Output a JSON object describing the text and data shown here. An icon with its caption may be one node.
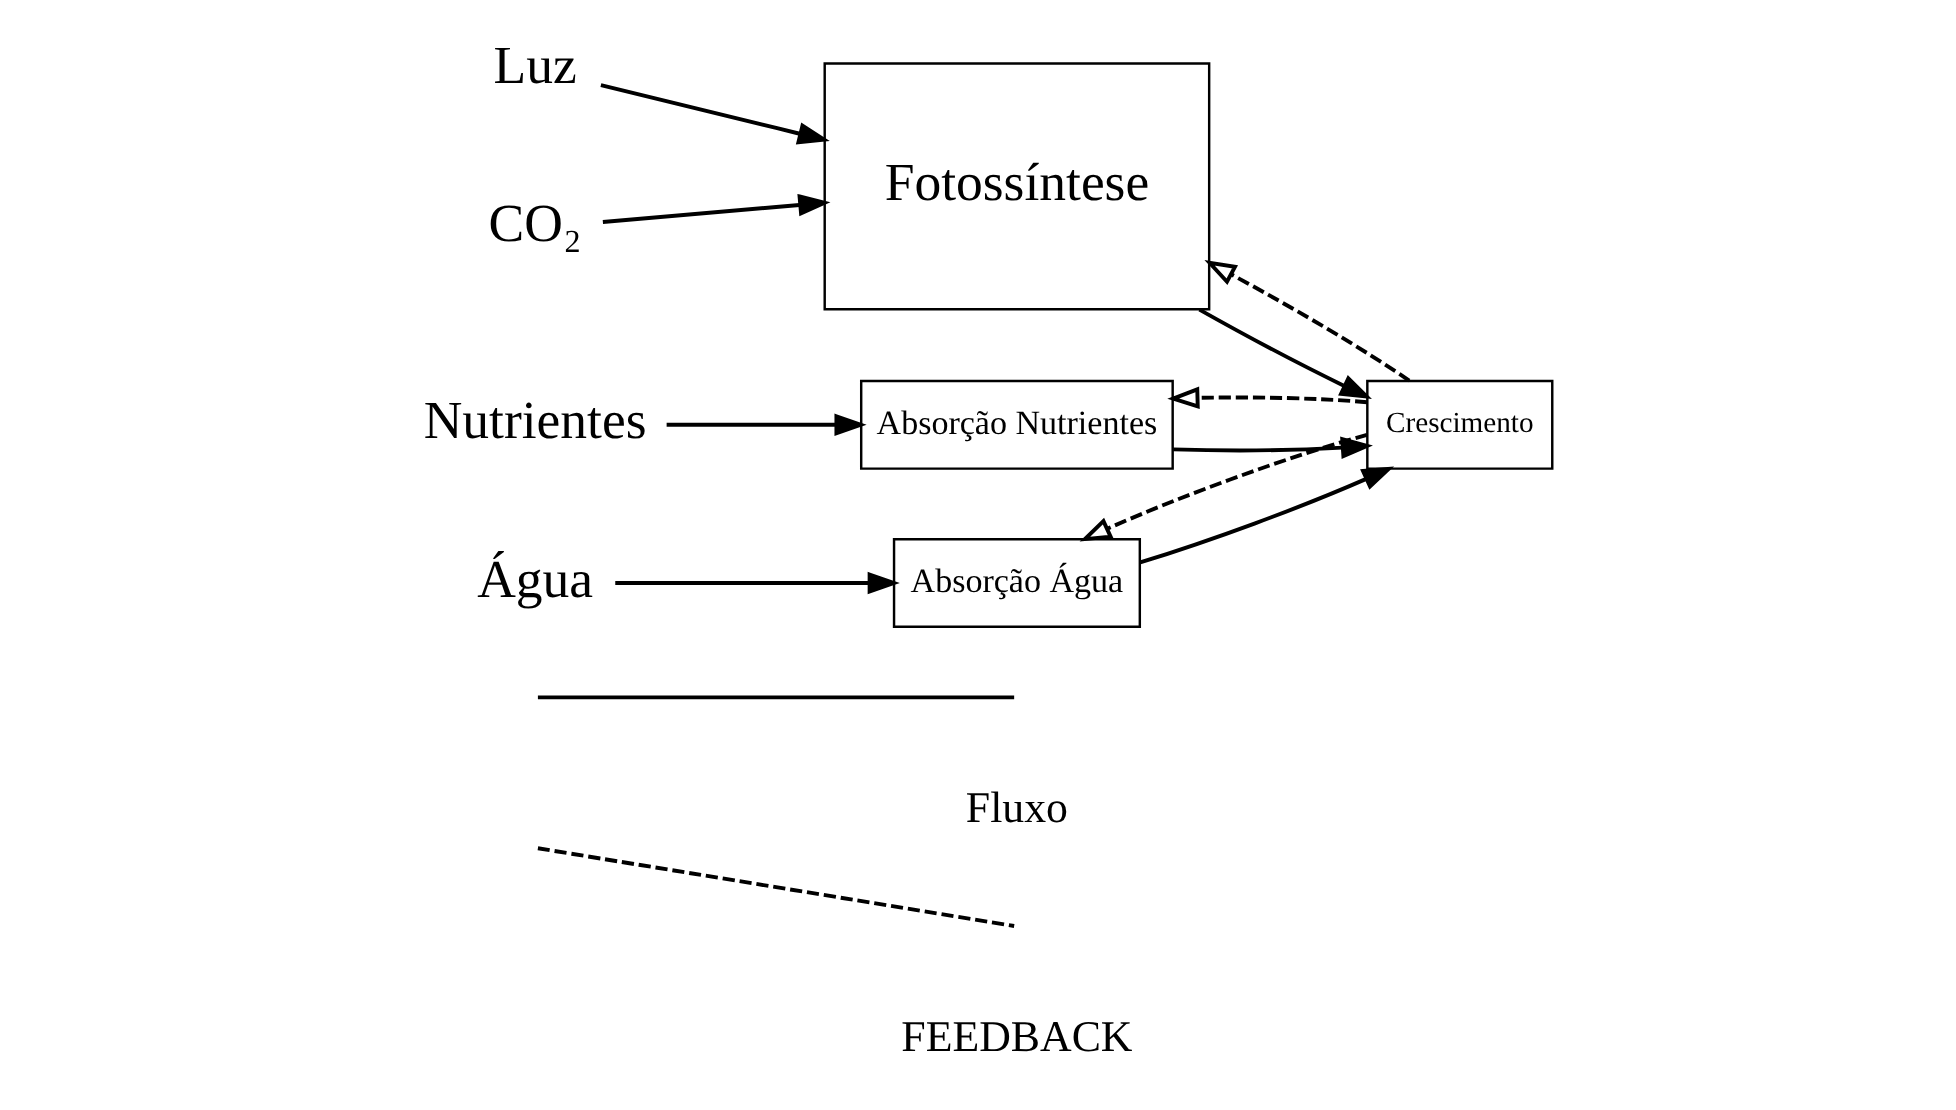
{
  "diagram": {
    "nodes": [
      {
        "text": [
          "Luz"
        ]
      },
      {
        "text": [
          "CO₂"
        ]
      },
      {
        "text": [
          "Nutrientes"
        ]
      },
      {
        "text": [
          "Água"
        ]
      },
      {
        "text": [
          "Fotossíntese"
        ]
      },
      {
        "text": [
          "Absorção Nutrientes"
        ]
      },
      {
        "text": [
          "Absorção Água"
        ]
      },
      {
        "text": [
          "Crescimento"
        ]
      }
    ],
    "edges": [
      {
        "from": 0,
        "to": 4,
        "arrow": "to"
      },
      {
        "from": 1,
        "to": 4,
        "arrow": "to"
      },
      {
        "from": 2,
        "to": 5,
        "arrow": "to"
      },
      {
        "from": 3,
        "to": 6,
        "arrow": "to"
      },
      {
        "from": 4,
        "to": 7,
        "arrow": "to"
      },
      {
        "from": 5,
        "to": 7,
        "arrow": "to"
      },
      {
        "from": 6,
        "to": 7,
        "arrow": "to"
      },
      {
        "from": 7,
        "to": 4,
        "arrow": "to",
        "style": "dashed"
      },
      {
        "from": 7,
        "to": 5,
        "arrow": "to",
        "style": "dashed"
      },
      {
        "from": 7,
        "to": 6,
        "arrow": "to",
        "style": "dashed"
      }
    ],
    "legend": [
      {
        "text": "Fluxo"
      },
      {
        "text": "FEEDBACK"
      }
    ]
  }
}
